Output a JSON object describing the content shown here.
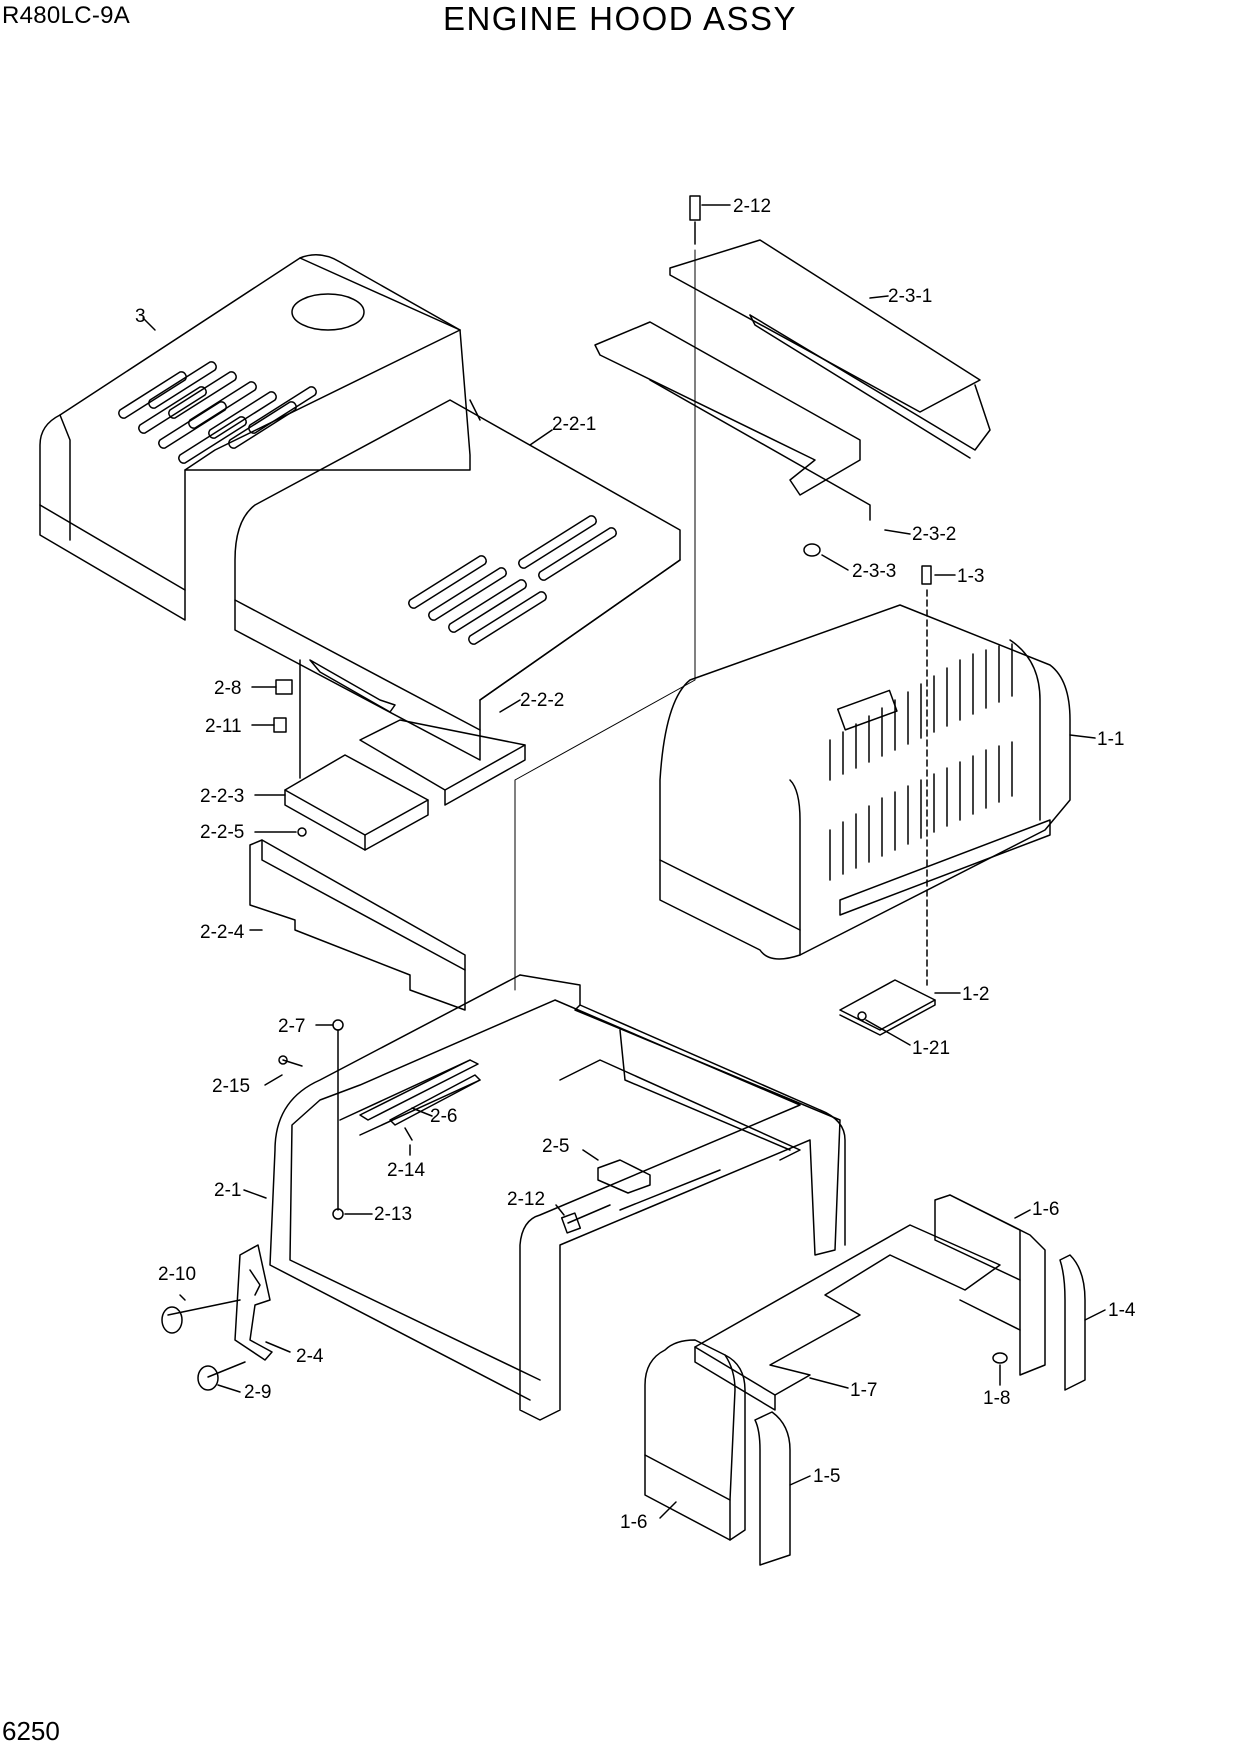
{
  "header": {
    "model": "R480LC-9A",
    "title": "ENGINE HOOD ASSY"
  },
  "footer": {
    "page_number": "6250"
  },
  "callouts": {
    "c_3": "3",
    "c_2_2_1": "2-2-1",
    "c_2_12_top": "2-12",
    "c_2_3_1": "2-3-1",
    "c_2_3_2": "2-3-2",
    "c_2_3_3": "2-3-3",
    "c_1_3": "1-3",
    "c_1_1": "1-1",
    "c_2_8": "2-8",
    "c_2_11": "2-11",
    "c_2_2_2": "2-2-2",
    "c_2_2_3": "2-2-3",
    "c_2_2_5": "2-2-5",
    "c_2_2_4": "2-2-4",
    "c_1_2": "1-2",
    "c_1_21": "1-21",
    "c_2_7": "2-7",
    "c_2_15": "2-15",
    "c_2_6": "2-6",
    "c_2_14": "2-14",
    "c_2_5": "2-5",
    "c_2_1": "2-1",
    "c_2_13": "2-13",
    "c_2_12_mid": "2-12",
    "c_1_6_top": "1-6",
    "c_1_4": "1-4",
    "c_2_10": "2-10",
    "c_2_4": "2-4",
    "c_2_9": "2-9",
    "c_1_7": "1-7",
    "c_1_8": "1-8",
    "c_1_5": "1-5",
    "c_1_6_bottom": "1-6"
  }
}
